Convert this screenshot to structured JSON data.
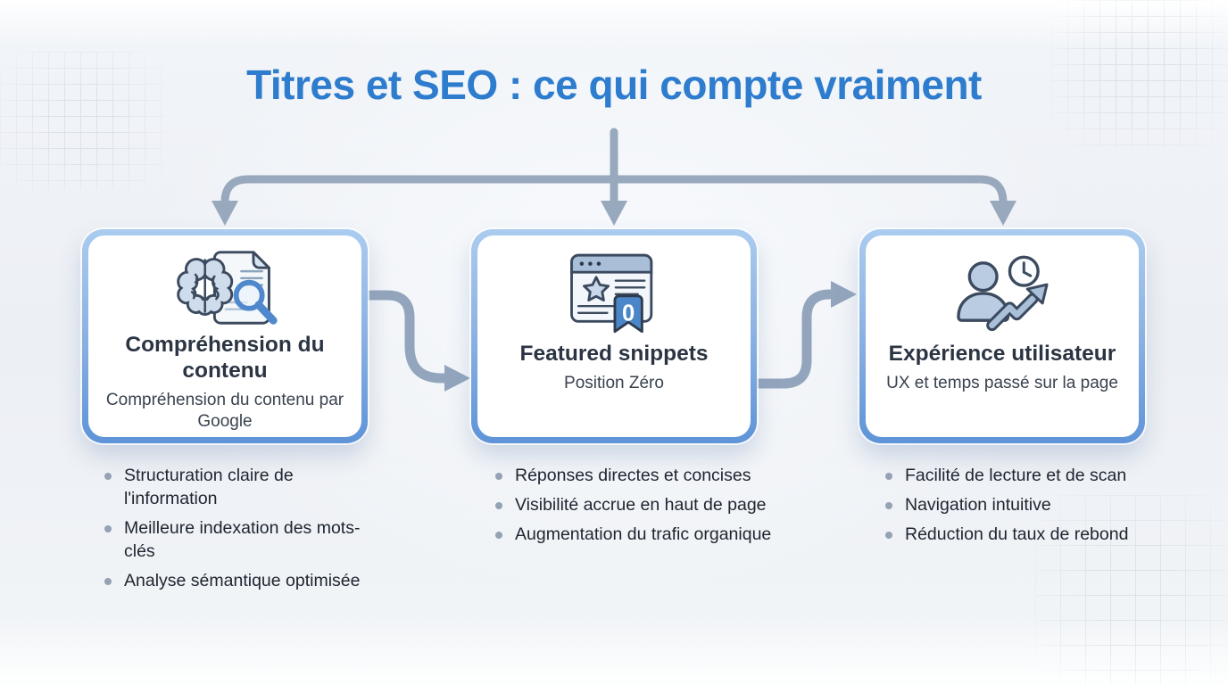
{
  "title": "Titres et SEO : ce qui compte vraiment",
  "colors": {
    "title_blue": "#2e7ccd",
    "card_border_top": "#abccf0",
    "card_border_bottom": "#5e94d8",
    "connector_gray_blue": "#98a8bd",
    "icon_outline": "#3b4a5e",
    "icon_fill_blue": "#4a86c8",
    "icon_fill_light": "#c9d8e8",
    "background": "#eceff4"
  },
  "cards": [
    {
      "icon": "brain-document-search-icon",
      "title": "Compréhension du contenu",
      "subtitle": "Compréhension du contenu par Google",
      "bullets": [
        "Structuration claire de l'information",
        "Meilleure indexation des mots-clés",
        "Analyse sémantique optimisée"
      ]
    },
    {
      "icon": "browser-star-bookmark-icon",
      "badge_value": "0",
      "title": "Featured snippets",
      "subtitle": "Position Zéro",
      "bullets": [
        "Réponses directes et concises",
        "Visibilité accrue en haut de page",
        "Augmentation du trafic organique"
      ]
    },
    {
      "icon": "user-clock-growth-icon",
      "title": "Expérience utilisateur",
      "subtitle": "UX et temps passé sur la page",
      "bullets": [
        "Facilité de lecture et de scan",
        "Navigation intuitive",
        "Réduction du taux de rebond"
      ]
    }
  ]
}
